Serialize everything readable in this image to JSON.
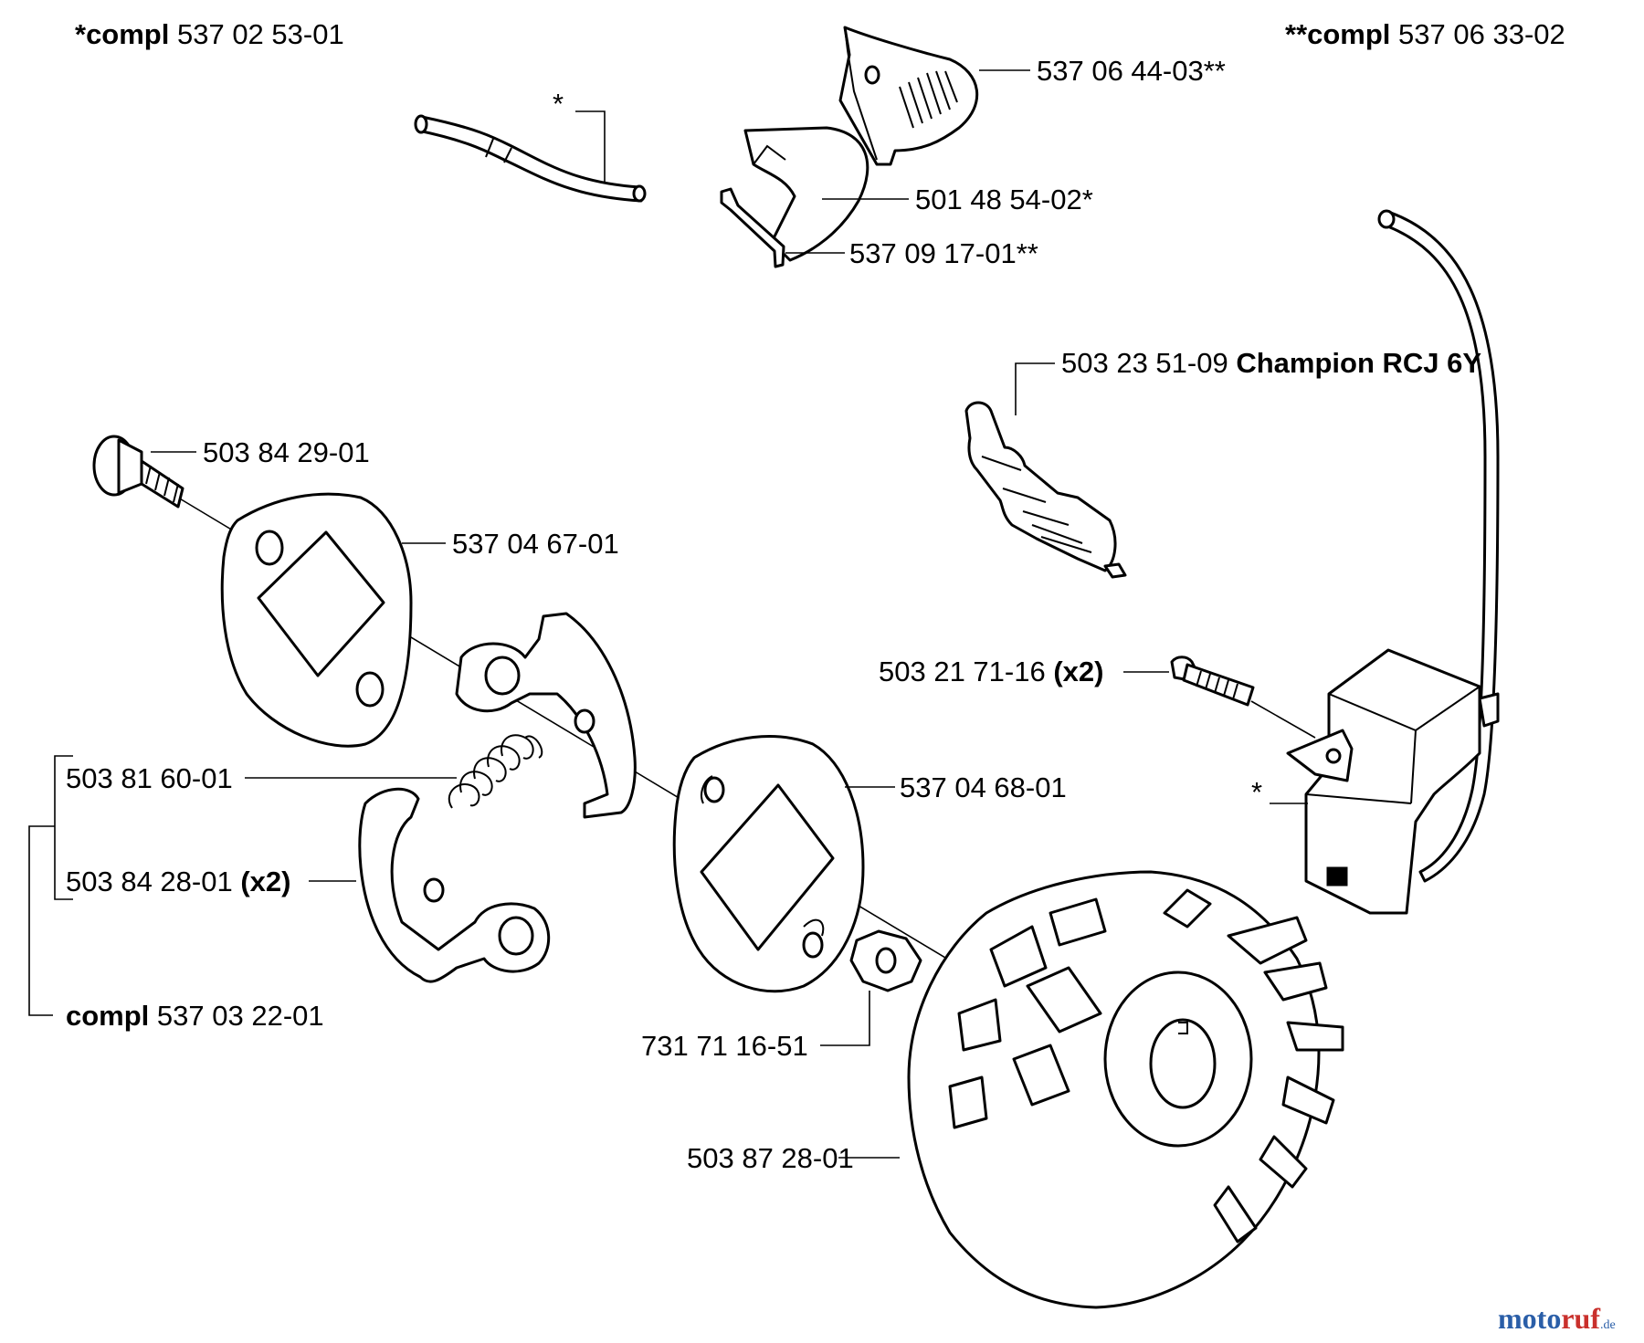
{
  "headers": {
    "left": {
      "prefix": "*compl",
      "number": "537 02 53-01"
    },
    "right": {
      "prefix": "**compl",
      "number": "537 06 33-02"
    }
  },
  "labels": {
    "air_guide": "537 06 44-03**",
    "fuel_hose_marker": "*",
    "baffle": "501 48 54-02*",
    "clip": "537 09 17-01**",
    "spark_plug_number": "503 23 51-09",
    "spark_plug_name": "Champion RCJ 6Y",
    "screw": "503 84 29-01",
    "plate_outer": "537 04 67-01",
    "ignition_screw_number": "503 21 71-16",
    "ignition_screw_qty": "(x2)",
    "spring": "503 81 60-01",
    "clutch_shoe_number": "503 84 28-01",
    "clutch_shoe_qty": "(x2)",
    "plate_inner": "537 04 68-01",
    "ignition_marker": "*",
    "clutch_compl_prefix": "compl",
    "clutch_compl_number": "537 03 22-01",
    "nut": "731 71 16-51",
    "flywheel": "503 87 28-01"
  },
  "watermark": {
    "part1": "moto",
    "part2": "ruf",
    "suffix": ".de"
  }
}
